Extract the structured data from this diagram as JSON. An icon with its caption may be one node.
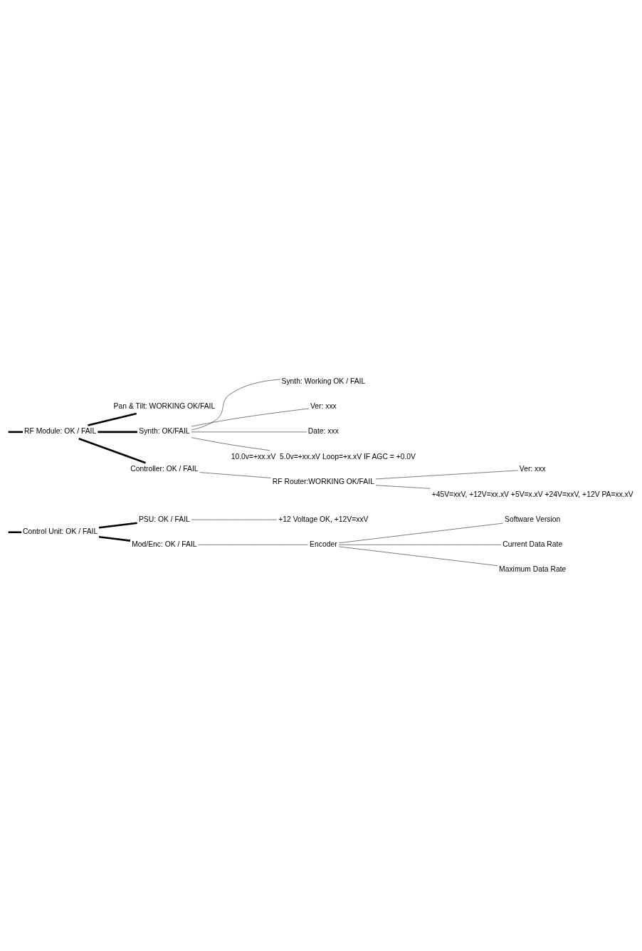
{
  "diagram": {
    "nodes": [
      {
        "text": [
          "Control Unit: OK / FAIL"
        ]
      },
      {
        "text": [
          "PSU: OK / FAIL"
        ]
      },
      {
        "text": [
          "+12 Voltage OK, +12V=xxV"
        ]
      },
      {
        "text": [
          "Mod/Enc: OK / FAIL"
        ]
      },
      {
        "text": [
          "Encoder"
        ]
      },
      {
        "text": [
          "Software Version"
        ]
      },
      {
        "text": [
          "Current Data Rate"
        ]
      },
      {
        "text": [
          "Maximum Data Rate"
        ]
      },
      {
        "text": [
          "RF Module: OK / FAIL"
        ]
      },
      {
        "text": [
          "Pan & Tilt: WORKING OK/FAIL"
        ]
      },
      {
        "text": [
          "Synth: OK/FAIL"
        ]
      },
      {
        "text": [
          "Synth: Working OK / FAIL"
        ]
      },
      {
        "text": [
          "Ver: xxx"
        ]
      },
      {
        "text": [
          "Date: xxx"
        ]
      },
      {
        "text": [
          "10.0v=+xx.xV  5.0v=+xx.xV Loop=+x.xV IF AGC = +0.0V"
        ]
      },
      {
        "text": [
          "Controller: OK / FAIL"
        ]
      },
      {
        "text": [
          "RF Router:WORKING OK/FAIL"
        ]
      },
      {
        "text": [
          "Ver: xxx"
        ]
      },
      {
        "text": [
          "+45V=xxV, +12V=xx.xV +5V=x.xV +24V=xxV, +12V PA=xx.xV"
        ]
      }
    ],
    "edges": [
      {
        "from": null,
        "to": 0,
        "arrow": "none",
        "style": "thick"
      },
      {
        "from": 0,
        "to": 1,
        "arrow": "none",
        "style": "thick"
      },
      {
        "from": 1,
        "to": 2,
        "arrow": "none"
      },
      {
        "from": 0,
        "to": 3,
        "arrow": "none",
        "style": "thick"
      },
      {
        "from": 3,
        "to": 4,
        "arrow": "none"
      },
      {
        "from": 4,
        "to": 5,
        "arrow": "none"
      },
      {
        "from": 4,
        "to": 6,
        "arrow": "none"
      },
      {
        "from": 4,
        "to": 7,
        "arrow": "none"
      },
      {
        "from": null,
        "to": 8,
        "arrow": "none",
        "style": "thick"
      },
      {
        "from": 8,
        "to": 9,
        "arrow": "none",
        "style": "thick"
      },
      {
        "from": 8,
        "to": 10,
        "arrow": "none",
        "style": "thick"
      },
      {
        "from": 10,
        "to": 11,
        "arrow": "none"
      },
      {
        "from": 10,
        "to": 12,
        "arrow": "none"
      },
      {
        "from": 10,
        "to": 13,
        "arrow": "none"
      },
      {
        "from": 10,
        "to": 14,
        "arrow": "none"
      },
      {
        "from": 8,
        "to": 15,
        "arrow": "none",
        "style": "thick"
      },
      {
        "from": 15,
        "to": 16,
        "arrow": "none"
      },
      {
        "from": 16,
        "to": 17,
        "arrow": "none"
      },
      {
        "from": 16,
        "to": 18,
        "arrow": "none"
      }
    ]
  }
}
